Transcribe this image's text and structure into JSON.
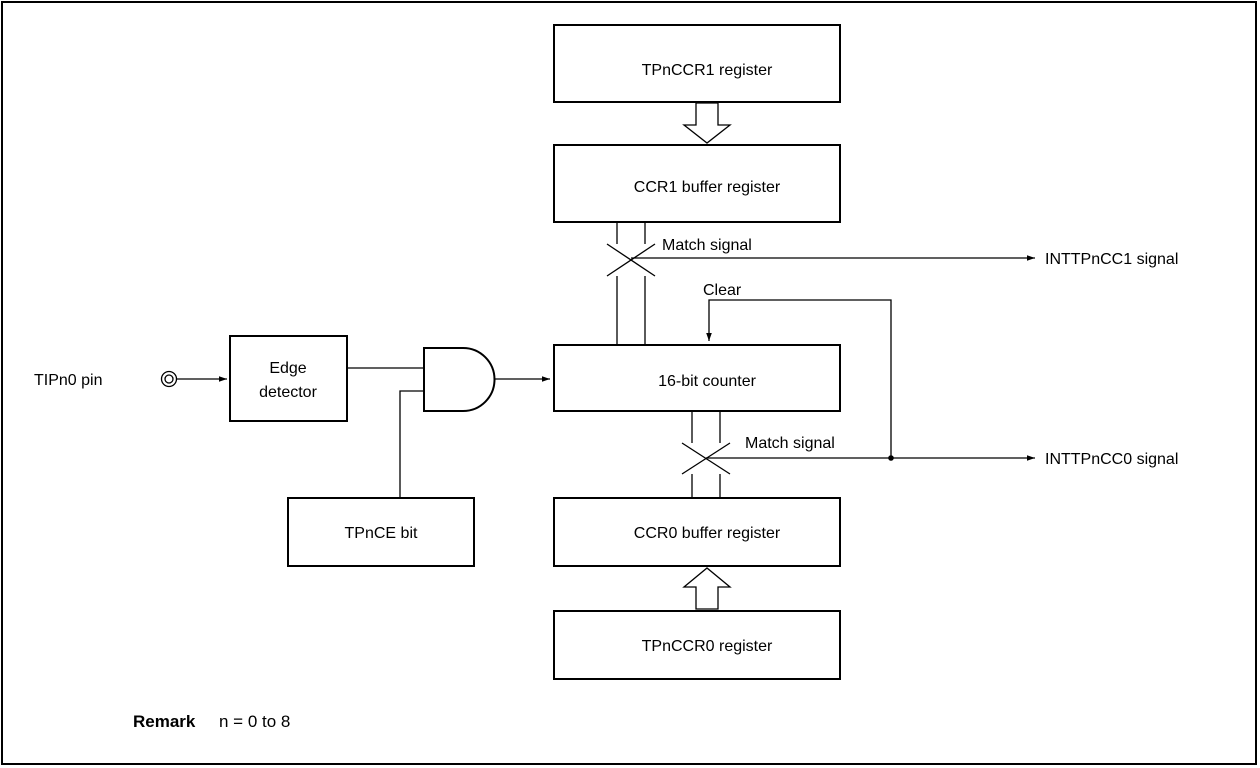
{
  "blocks": {
    "tpnccr1": "TPnCCR1 register",
    "ccr1_buffer": "CCR1 buffer register",
    "counter": "16-bit counter",
    "ccr0_buffer": "CCR0 buffer register",
    "tpnccr0": "TPnCCR0 register",
    "edge_detector_line1": "Edge",
    "edge_detector_line2": "detector",
    "tpnce": "TPnCE bit"
  },
  "signals": {
    "input_pin": "TIPn0 pin",
    "match_signal_1": "Match signal",
    "match_signal_0": "Match signal",
    "clear": "Clear",
    "output_cc1": "INTTPnCC1 signal",
    "output_cc0": "INTTPnCC0 signal"
  },
  "remark": {
    "title": "Remark",
    "text": "n = 0 to 8"
  }
}
